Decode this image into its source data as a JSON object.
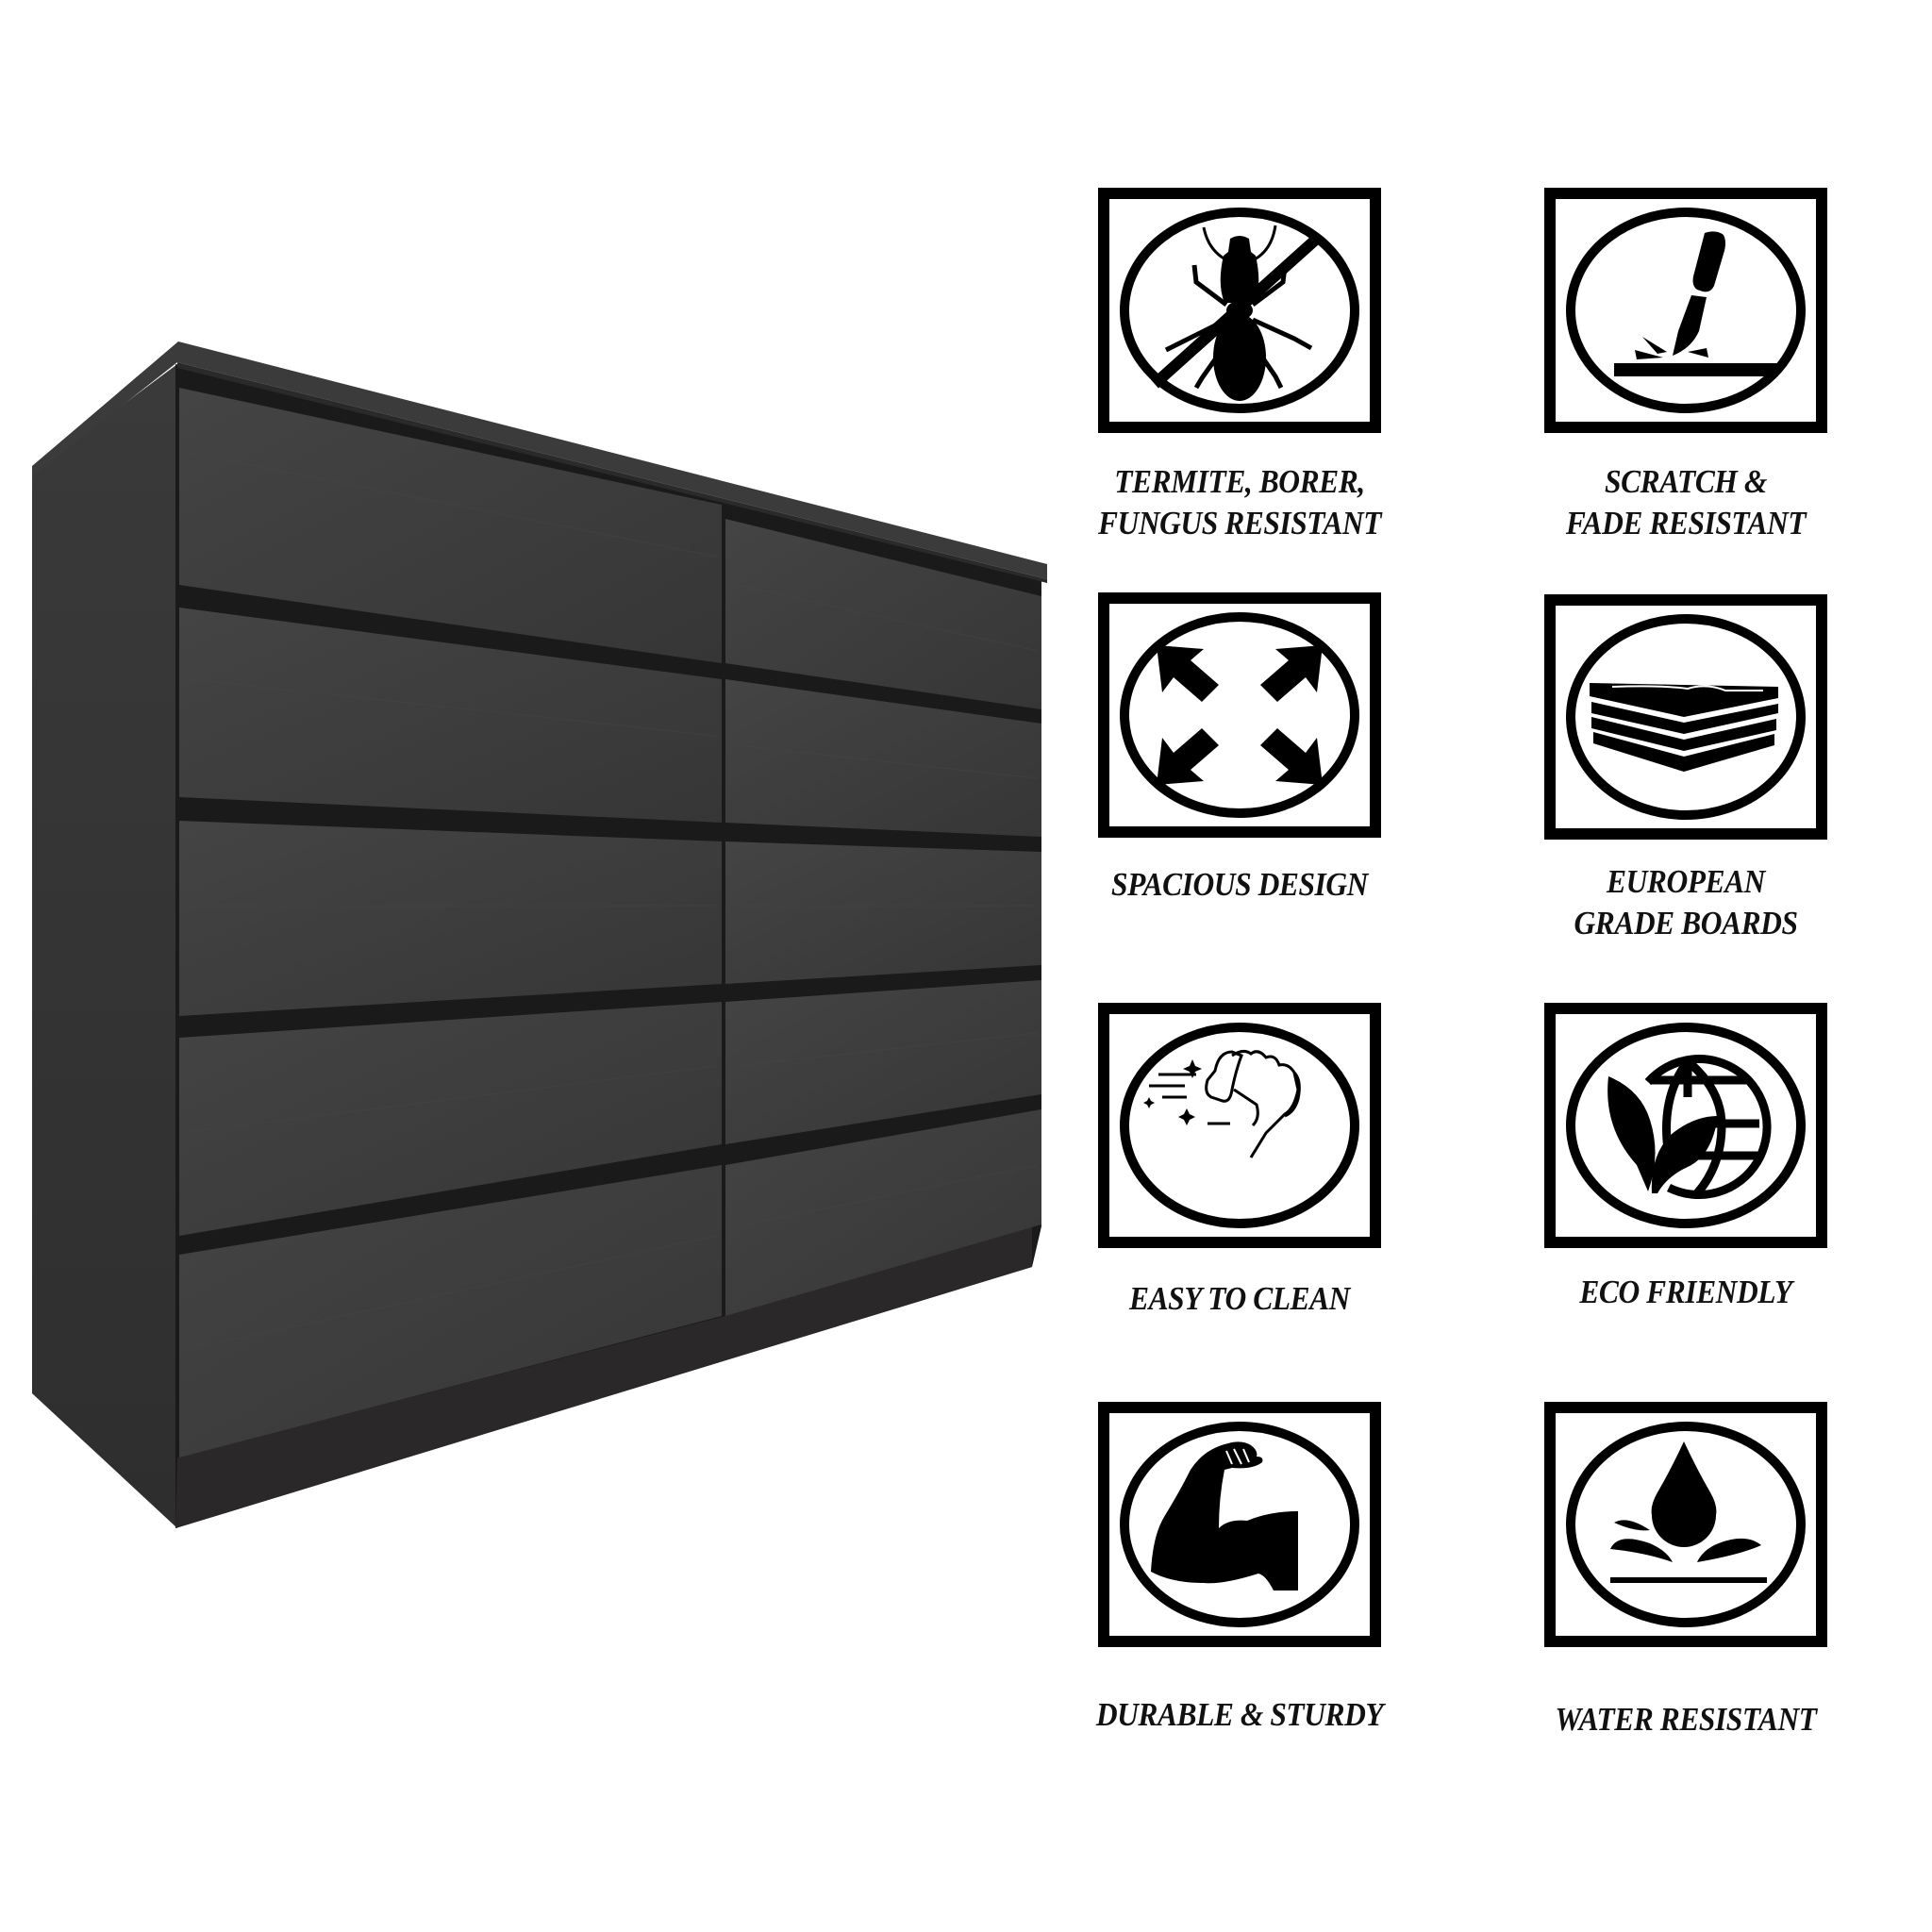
{
  "product": {
    "type": "dresser",
    "drawer_count": 10,
    "columns": 2,
    "color": "#3c3c3c"
  },
  "colors": {
    "background": "#ffffff",
    "dresser_face": "#3d3d3d",
    "dresser_side": "#333333",
    "dresser_top": "#383838",
    "dresser_gap": "#161616",
    "plinth": "#2a2a2a",
    "icon_ink": "#000000"
  },
  "features": [
    {
      "id": "termite",
      "icon": "termite-prohibited-icon",
      "lines": [
        "TERMITE, BORER,",
        "FUNGUS RESISTANT"
      ]
    },
    {
      "id": "scratch",
      "icon": "scalpel-scratch-icon",
      "lines": [
        "SCRATCH &",
        "FADE RESISTANT"
      ]
    },
    {
      "id": "spacious",
      "icon": "expand-arrows-icon",
      "lines": [
        "SPACIOUS DESIGN"
      ]
    },
    {
      "id": "boards",
      "icon": "layered-boards-icon",
      "lines": [
        "EUROPEAN",
        "GRADE BOARDS"
      ]
    },
    {
      "id": "clean",
      "icon": "hand-wiping-icon",
      "lines": [
        "EASY TO CLEAN"
      ]
    },
    {
      "id": "eco",
      "icon": "leaf-globe-icon",
      "lines": [
        "ECO FRIENDLY"
      ]
    },
    {
      "id": "durable",
      "icon": "flexed-arm-icon",
      "lines": [
        "DURABLE & STURDY"
      ]
    },
    {
      "id": "water",
      "icon": "water-drop-icon",
      "lines": [
        "WATER RESISTANT"
      ]
    }
  ]
}
